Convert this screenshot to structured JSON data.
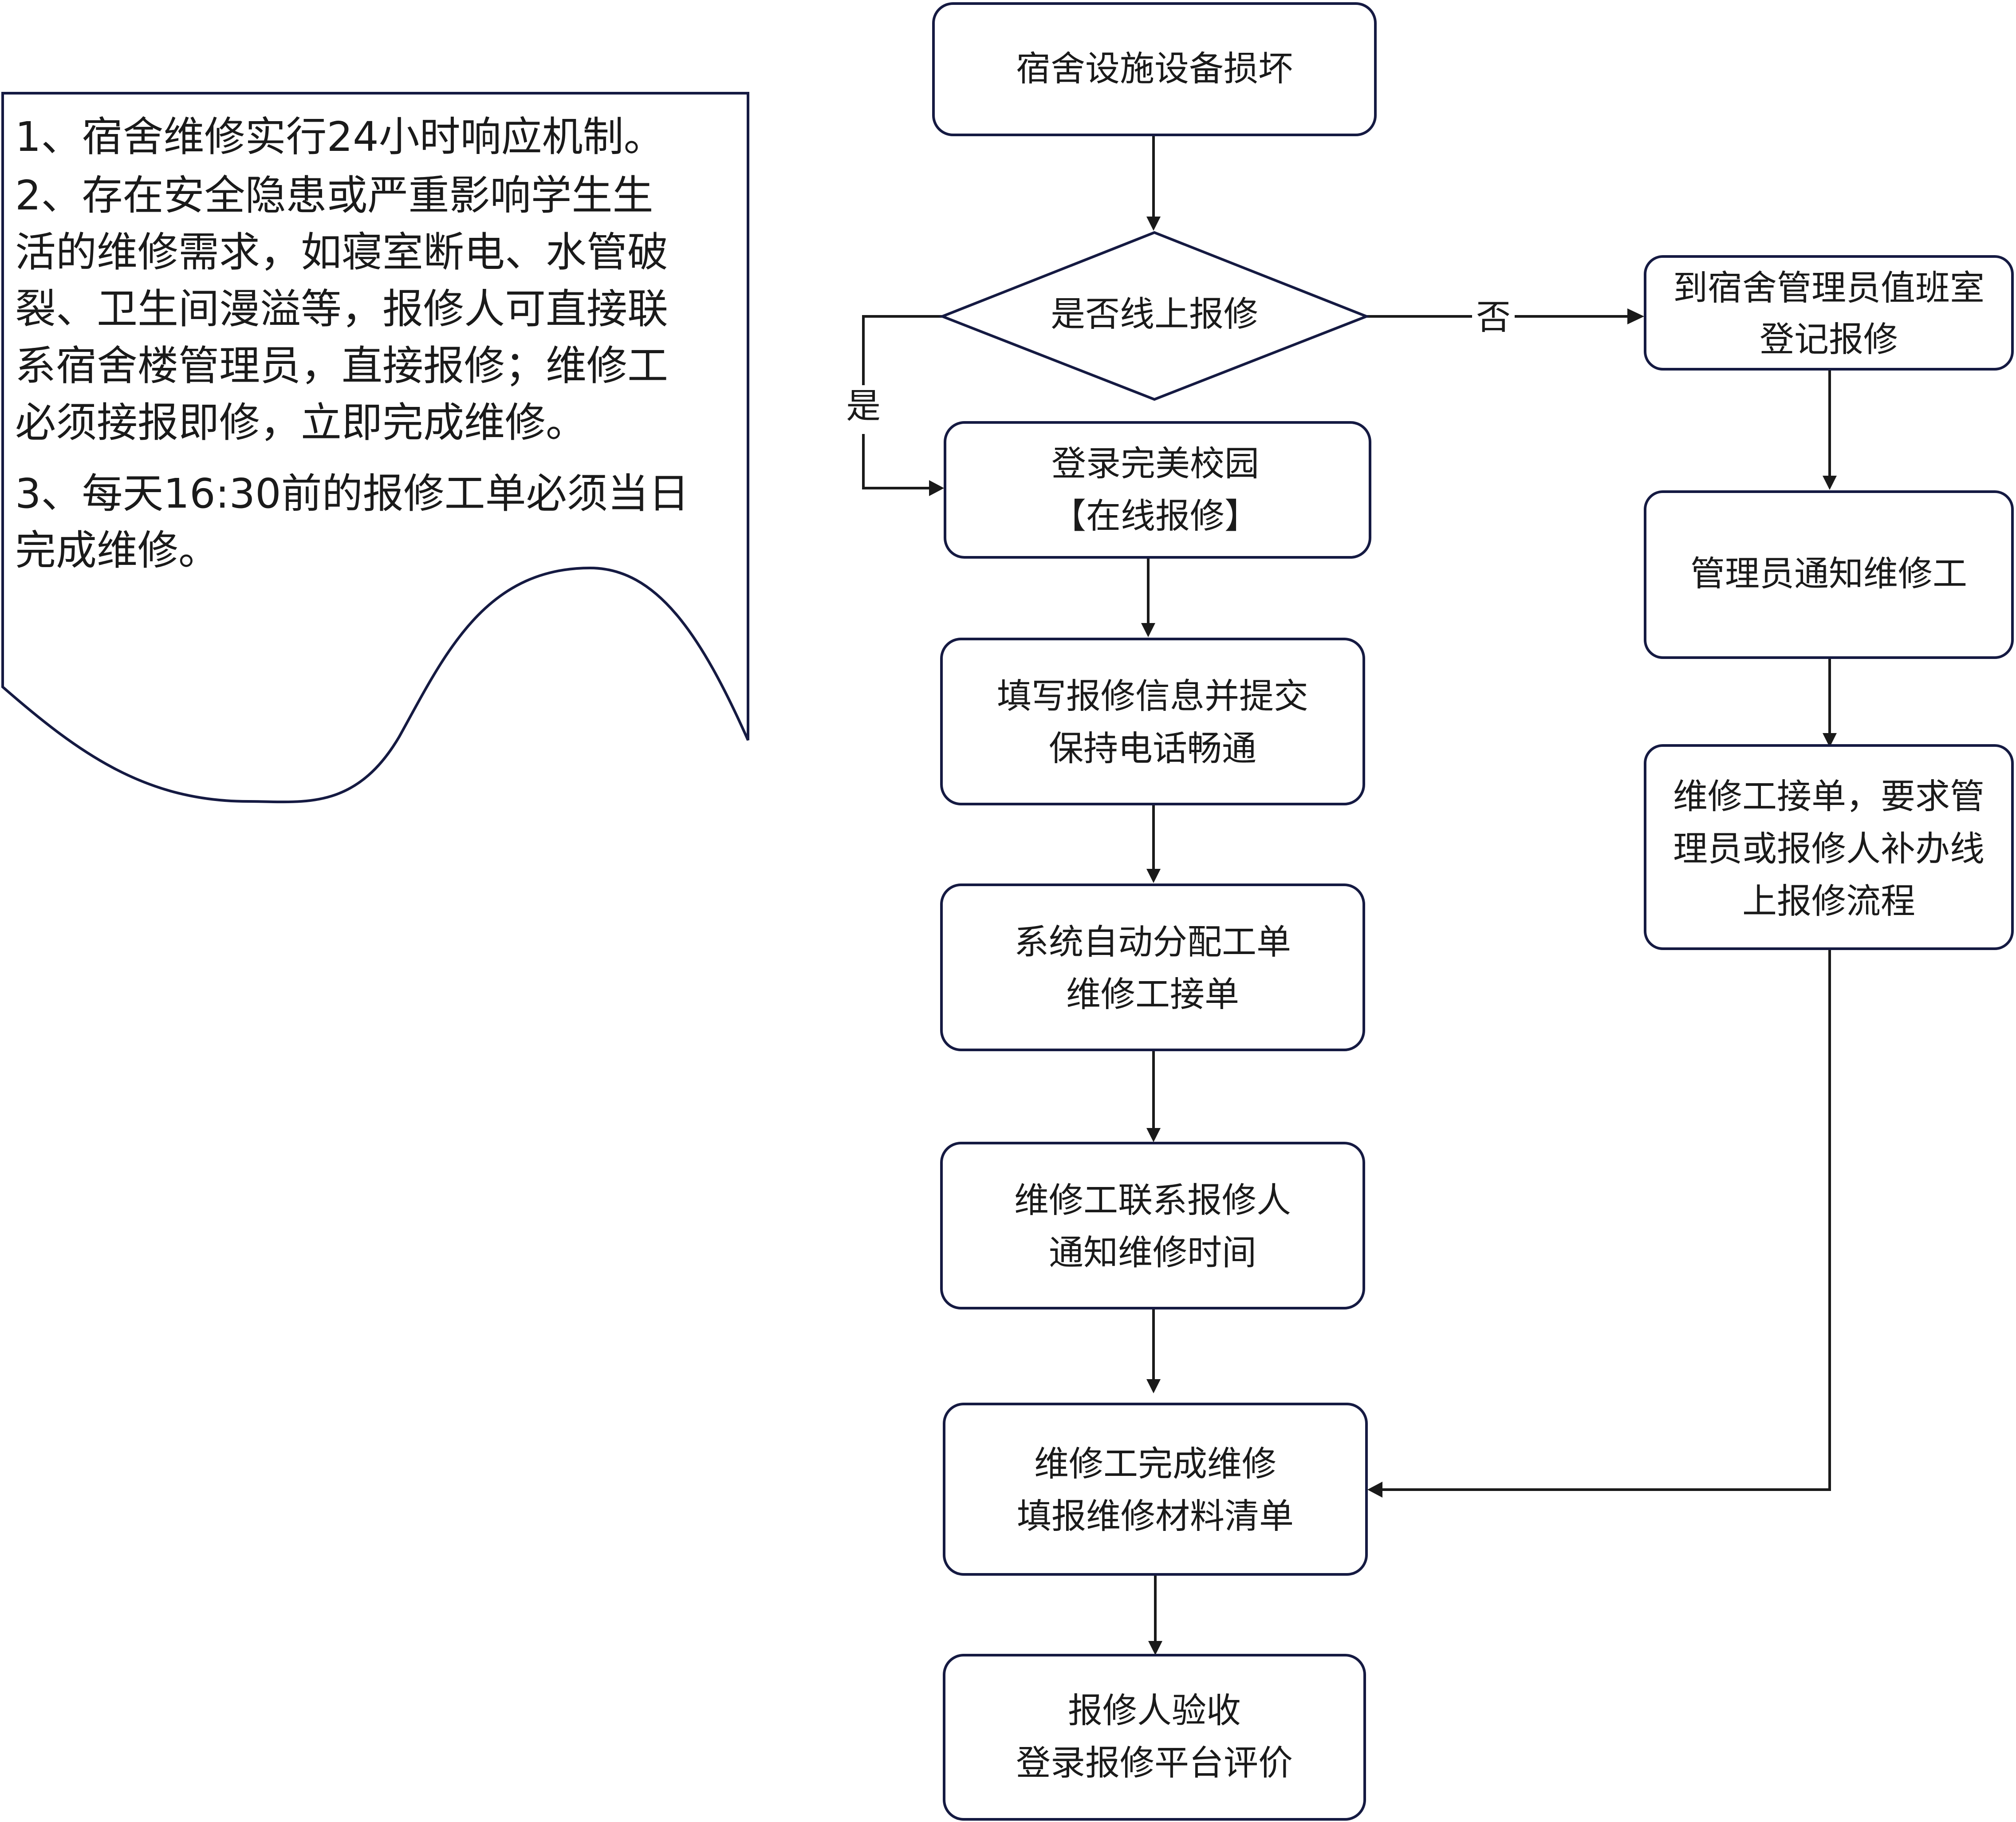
{
  "title": "宿舍维修流程图",
  "note": {
    "lines": [
      "1、宿舍维修实行24小时响应机制。",
      "2、存在安全隐患或严重影响学生生",
      "活的维修需求，如寝室断电、水管破",
      "裂、卫生间漫溢等，报修人可直接联",
      "系宿舍楼管理员，直接报修；维修工",
      "必须接报即修，立即完成维修。",
      "3、每天16:30前的报修工单必须当日",
      "完成维修。"
    ]
  },
  "nodes": {
    "start": {
      "lines": [
        "宿舍设施设备损坏"
      ]
    },
    "decision": {
      "lines": [
        "是否线上报修"
      ]
    },
    "online_login": {
      "lines": [
        "登录完美校园",
        "【在线报修】"
      ]
    },
    "fill_info": {
      "lines": [
        "填写报修信息并提交",
        "保持电话畅通"
      ]
    },
    "auto_assign": {
      "lines": [
        "系统自动分配工单",
        "维修工接单"
      ]
    },
    "contact": {
      "lines": [
        "维修工联系报修人",
        "通知维修时间"
      ]
    },
    "complete": {
      "lines": [
        "维修工完成维修",
        "填报维修材料清单"
      ]
    },
    "accept": {
      "lines": [
        "报修人验收",
        "登录报修平台评价"
      ]
    },
    "offline_register": {
      "lines": [
        "到宿舍管理员值班室",
        "登记报修"
      ]
    },
    "notify_worker": {
      "lines": [
        "管理员通知维修工"
      ]
    },
    "worker_accept": {
      "lines": [
        "维修工接单，要求管",
        "理员或报修人补办线",
        "上报修流程"
      ]
    }
  },
  "edge_labels": {
    "yes": "是",
    "no": "否"
  },
  "colors": {
    "node_border": "#151a42",
    "line": "#1a1a1a",
    "text": "#1a1a1a"
  }
}
